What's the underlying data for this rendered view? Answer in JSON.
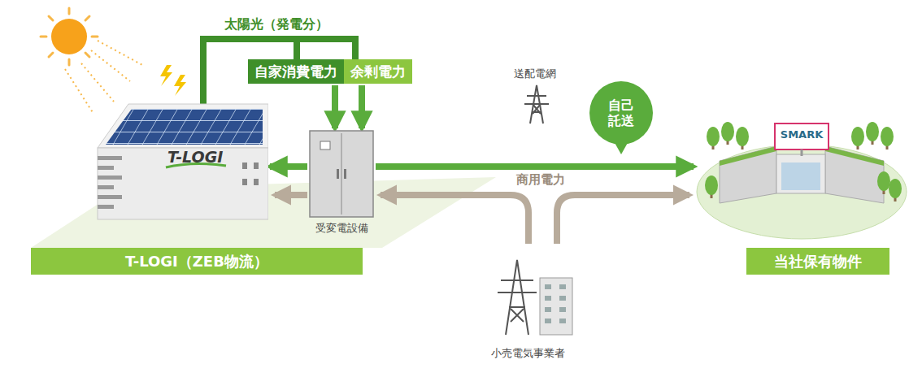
{
  "diagram": {
    "nodes": [
      {
        "text": [
          "自家消費電力"
        ]
      },
      {
        "text": [
          "余剰電力"
        ]
      },
      {
        "text": [
          "受変電設備"
        ]
      },
      {
        "text": [
          "T-LOGI"
        ]
      },
      {
        "text": [
          "T-LOGI（ZEB物流）"
        ]
      },
      {
        "text": [
          "SMARK"
        ]
      },
      {
        "text": [
          "当社保有物件"
        ]
      },
      {
        "text": [
          "自己託送"
        ]
      }
    ],
    "edges": [
      {
        "from": 0,
        "to": 2,
        "arrow": "to"
      },
      {
        "from": 1,
        "to": 2,
        "arrow": "to"
      },
      {
        "from": 2,
        "to": 3,
        "arrow": "to"
      },
      {
        "from": 2,
        "to": 5,
        "arrow": "to"
      }
    ],
    "labels": [
      "太陽光（発電分）",
      "送配電網",
      "商用電力",
      "小売電気事業者"
    ]
  }
}
